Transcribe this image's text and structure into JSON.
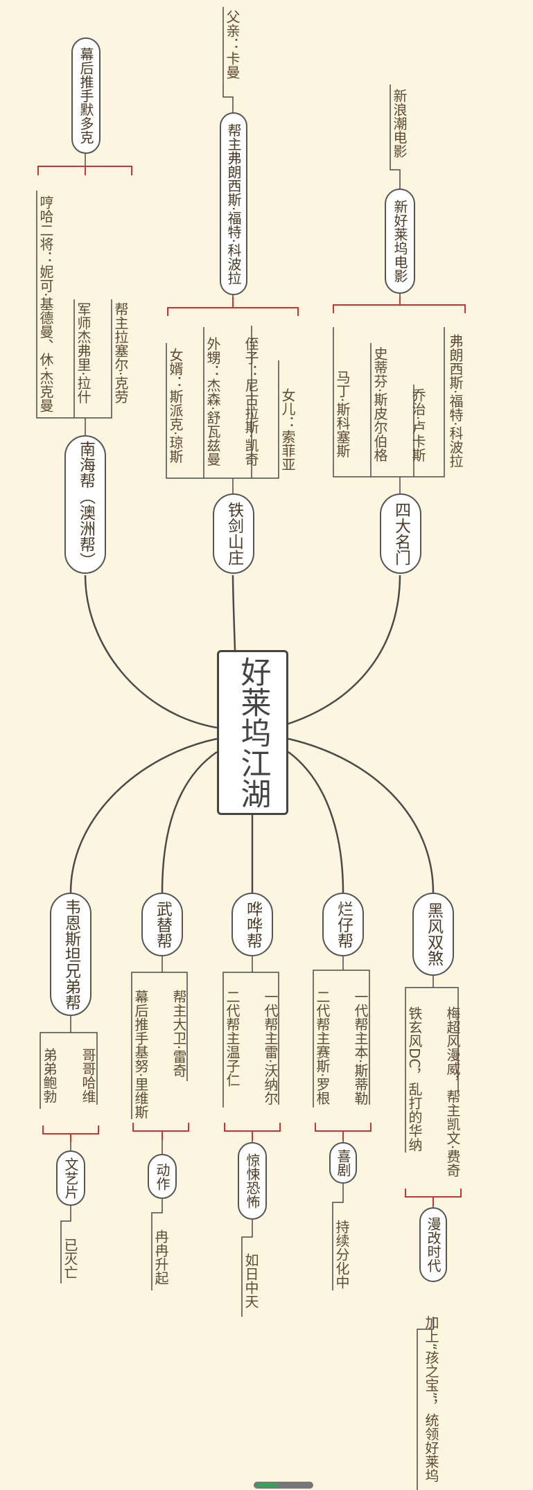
{
  "center": {
    "label": "好莱坞江湖"
  },
  "branches": {
    "sida": {
      "label": "四大名门",
      "members": [
        "弗朗西斯·福特·科波拉",
        "乔治·卢卡斯",
        "史蒂芬·斯皮尔伯格",
        "马丁·斯科塞斯"
      ],
      "sub": {
        "label": "新好莱坞电影",
        "note": "新浪潮电影"
      }
    },
    "tiejian": {
      "label": "铁剑山庄",
      "members": [
        "女儿：索菲亚",
        "侄子：尼古拉斯·凯奇",
        "外甥：杰森·舒瓦兹曼",
        "女婿：斯派克·琼斯"
      ],
      "sub": {
        "label": "帮主弗朗西斯·福特·科波拉",
        "note": "父亲：卡曼"
      }
    },
    "nanhai": {
      "label": "南海帮（澳洲帮）",
      "members": [
        "帮主拉塞尔·克劳",
        "军师杰弗里·拉什",
        "哼哈二将：妮可·基德曼、休·杰克曼"
      ],
      "sub": {
        "label": "幕后推手默多克"
      }
    },
    "heifeng": {
      "label": "黑风双煞",
      "members": [
        "梅超风漫威，帮主凯文·费奇",
        "铁玄风DC，乱打的华纳"
      ],
      "sub": {
        "label": "漫改时代",
        "note": "加上“孩之宝”，统领好莱坞"
      }
    },
    "lanzai": {
      "label": "烂仔帮",
      "members": [
        "一代帮主本·斯蒂勒",
        "二代帮主赛斯·罗根"
      ],
      "sub": {
        "label": "喜剧",
        "note": "持续分化中"
      }
    },
    "huatou": {
      "label": "哗哗帮",
      "members": [
        "一代帮主雷·沃纳尔",
        "二代帮主温子仁"
      ],
      "sub": {
        "label": "惊悚恐怖",
        "note": "如日中天"
      }
    },
    "wuti": {
      "label": "武替帮",
      "members": [
        "帮主大卫·雷奇",
        "幕后推手基努·里维斯"
      ],
      "sub": {
        "label": "动作",
        "note": "冉冉升起"
      }
    },
    "weien": {
      "label": "韦恩斯坦兄弟帮",
      "members": [
        "哥哥哈维",
        "弟弟鲍勃"
      ],
      "sub": {
        "label": "文艺片",
        "note": "已灭亡"
      }
    }
  },
  "colors": {
    "line": "#4a4a4a",
    "accent": "#cc3333",
    "background": "#fcf5df"
  }
}
